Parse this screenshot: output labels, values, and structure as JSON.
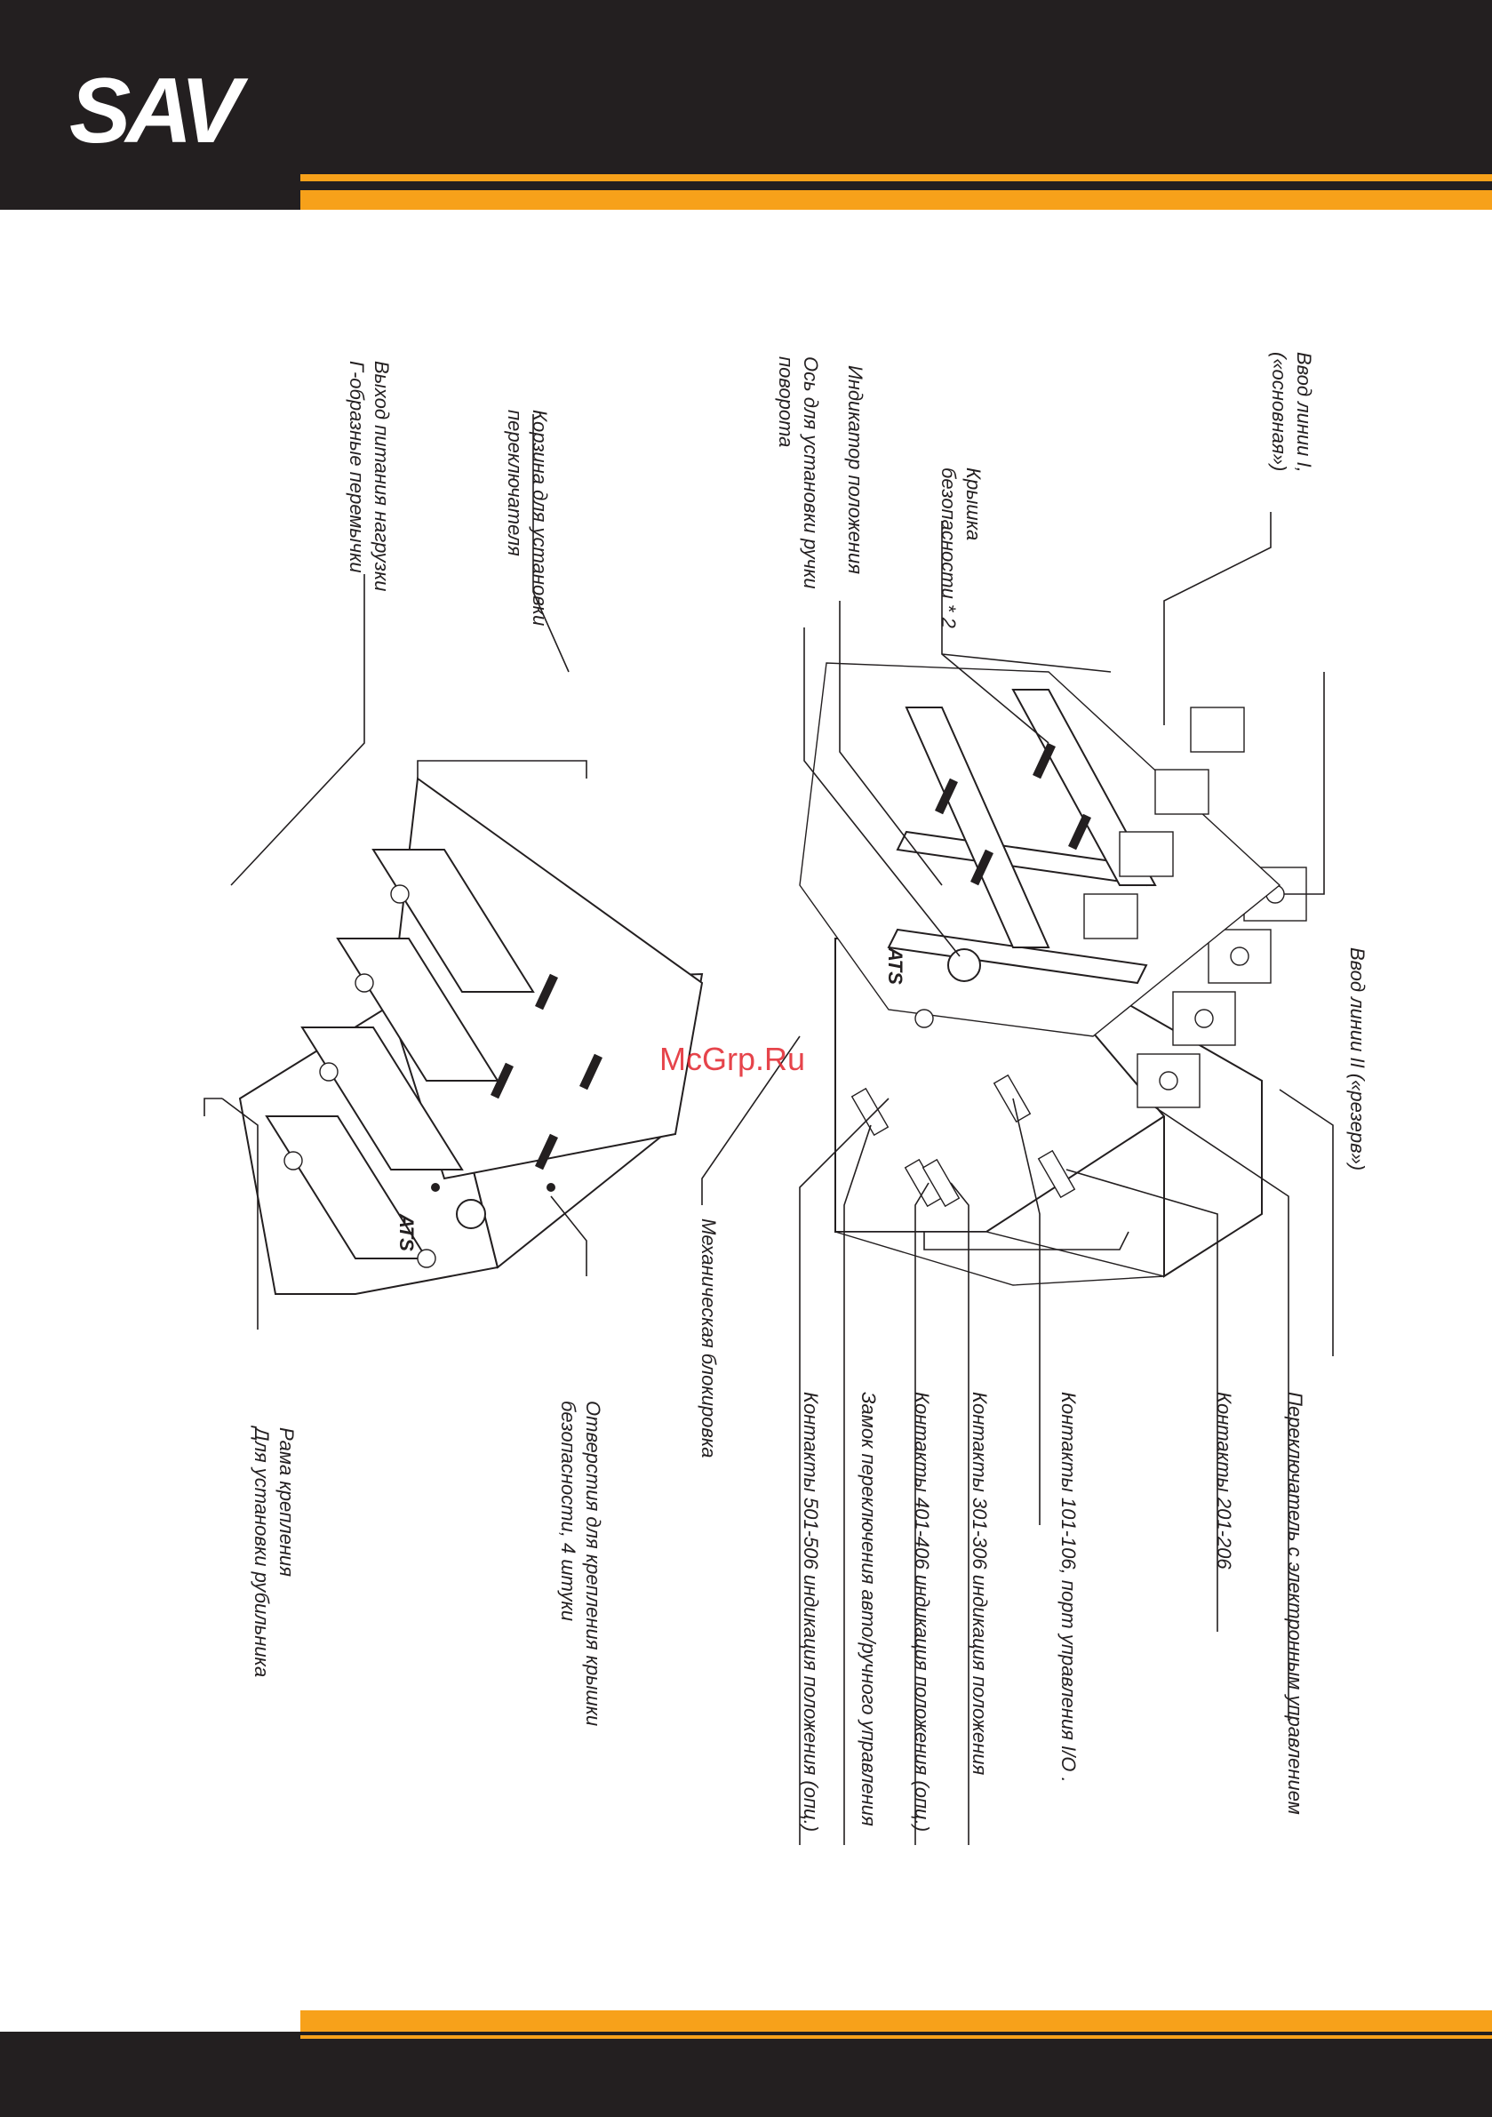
{
  "brand": {
    "logo_text": "SAV"
  },
  "colors": {
    "header_bg": "#231f20",
    "accent": "#f7a11a",
    "watermark": "#e2242c"
  },
  "watermark": "McGrp.Ru",
  "labels": {
    "line1_input": [
      "Ввод линии I,",
      "(«основная»)"
    ],
    "safety_cover": [
      "Крышка",
      "безопасности * 2"
    ],
    "position_indicator": [
      "Индикатор положения"
    ],
    "handle_axis": [
      "Ось для установки ручки",
      "поворота"
    ],
    "switch_basket": [
      "Корзина для установки",
      "переключателя"
    ],
    "load_output": [
      "Выход питания нагрузки",
      "Г-образные перемычки"
    ],
    "line2_input": [
      "Ввод линии II («резерв»)"
    ],
    "electronic_switch": [
      "Переключатель с электронным управлением"
    ],
    "contacts_201": [
      "Контакты 201-206"
    ],
    "contacts_101": [
      "Контакты 101-106, порт управления I/O ."
    ],
    "contacts_301": [
      "Контакты 301-306 индикация положения"
    ],
    "contacts_401": [
      "Контакты 401-406 индикация положения (опц.)"
    ],
    "lock_auto_manual": [
      "Замок переключения авто/ручного управления"
    ],
    "contacts_501": [
      "Контакты 501-506 индикация положения (опц.)"
    ],
    "mechanical_lock": [
      "Механическая блокировка"
    ],
    "cover_holes": [
      "Отверстия для крепления крышки",
      "безопасности, 4 штуки"
    ],
    "mount_frame": [
      "Рама крепления",
      "Для установки рубильника"
    ]
  },
  "device_marks": {
    "ats_upper": "АТS",
    "ats_lower": "АТS"
  }
}
